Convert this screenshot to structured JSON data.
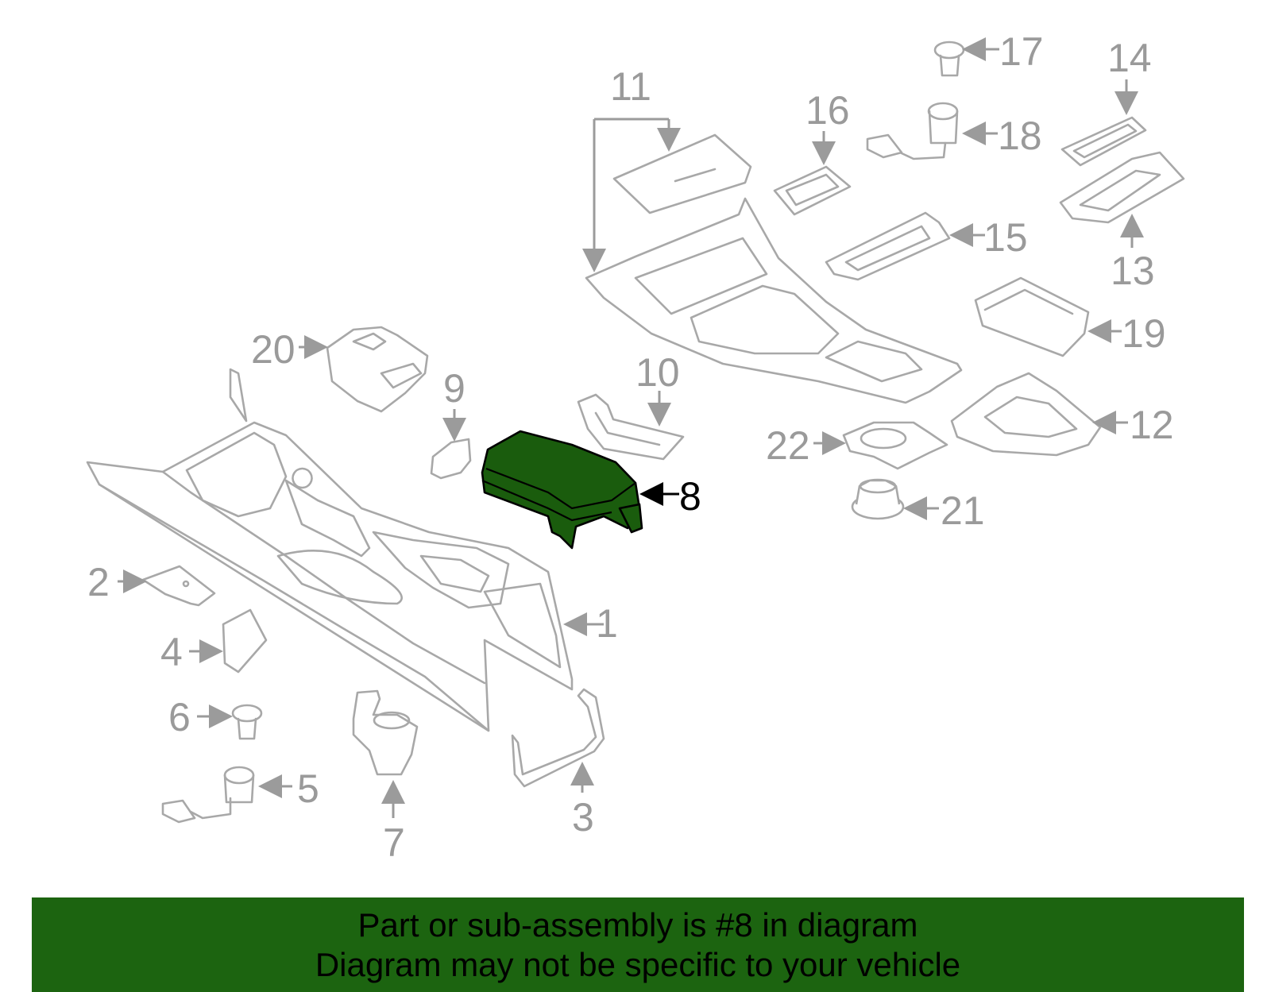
{
  "diagram": {
    "highlighted_part": "8",
    "highlight_color": "#1c6410",
    "callouts": [
      "1",
      "2",
      "3",
      "4",
      "5",
      "6",
      "7",
      "8",
      "9",
      "10",
      "11",
      "12",
      "13",
      "14",
      "15",
      "16",
      "17",
      "18",
      "19",
      "20",
      "21",
      "22"
    ]
  },
  "footer": {
    "line1": "Part or sub-assembly is #8 in diagram",
    "line2": "Diagram may not be specific to your vehicle",
    "background": "#1c6410"
  }
}
